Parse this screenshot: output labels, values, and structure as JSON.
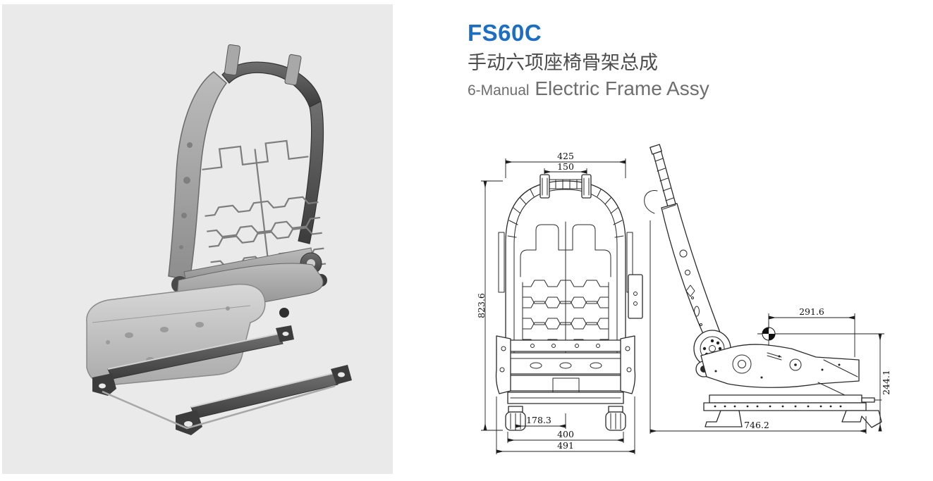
{
  "product": {
    "model": "FS60C",
    "subtitle_zh": "手动六项座椅骨架总成",
    "subtitle_en_prefix": "6-Manual",
    "subtitle_en_rest": " Electric Frame Assy",
    "accent_color": "#1b6ec2",
    "photo_panel_background": "#eaeaeb",
    "drawing_line_color": "#2a2a2a"
  },
  "drawing": {
    "front_view": {
      "dims": {
        "top_width": "425",
        "headrest_post_spacing": "150",
        "overall_height": "823.6",
        "center_to_foot": "178.3",
        "track_width": "400",
        "overall_width": "491"
      }
    },
    "side_view": {
      "dims": {
        "hpoint_to_rear": "291.6",
        "hpoint_height": "244.1",
        "overall_length": "746.2"
      }
    }
  }
}
